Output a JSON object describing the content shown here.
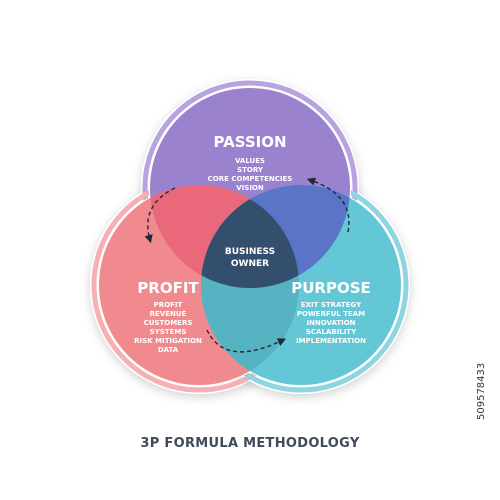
{
  "diagram": {
    "title": "3P FORMULA METHODOLOGY",
    "center_label": [
      "BUSINESS",
      "OWNER"
    ],
    "circles": [
      {
        "id": "passion",
        "title": "PASSION",
        "items": [
          "VALUES",
          "STORY",
          "CORE COMPETENCIES",
          "VISION"
        ],
        "color": "#9b82cf",
        "ring_color": "#b6a3e0"
      },
      {
        "id": "profit",
        "title": "PROFIT",
        "items": [
          "PROFIT",
          "REVENUE",
          "CUSTOMERS",
          "SYSTEMS",
          "RISK MITIGATION",
          "DATA"
        ],
        "color": "#f08a8f",
        "ring_color": "#f6b0b4"
      },
      {
        "id": "purpose",
        "title": "PURPOSE",
        "items": [
          "EXIT STRATEGY",
          "POWERFUL TEAM",
          "INNOVATION",
          "SCALABILITY",
          "IMPLEMENTATION"
        ],
        "color": "#63c7d6",
        "ring_color": "#8fd5e0"
      }
    ],
    "overlap_colors": {
      "passion_profit": "#e9697a",
      "passion_purpose": "#5a74c8",
      "profit_purpose": "#56b3c2",
      "center": "#344e6e"
    }
  },
  "stock_id": "509578433"
}
